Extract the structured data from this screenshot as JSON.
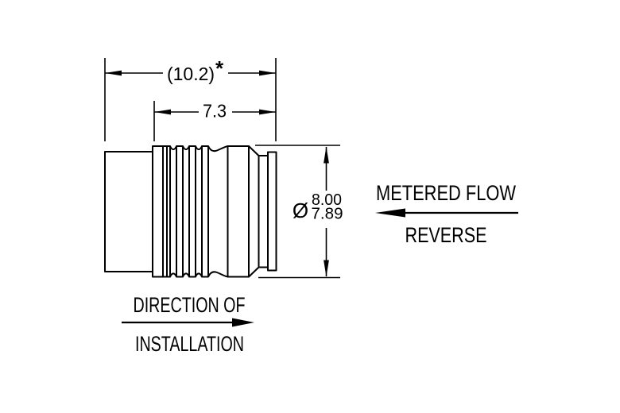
{
  "drawing": {
    "title": "flow-restrictor-installation-diagram",
    "colors": {
      "line": "#000000",
      "background": "#ffffff"
    },
    "dimensions": {
      "overall_length": {
        "value": "(10.2)",
        "superscript": "*"
      },
      "barb_length": {
        "value": "7.3"
      },
      "diameter": {
        "symbol": "Ø",
        "max": "8.00",
        "min": "7.89"
      }
    },
    "annotations": {
      "metered_flow": {
        "label": "METERED FLOW",
        "sub_label": "REVERSE",
        "arrow_direction": "left"
      },
      "installation": {
        "label": "DIRECTION OF",
        "sub_label": "INSTALLATION",
        "arrow_direction": "right"
      }
    }
  }
}
